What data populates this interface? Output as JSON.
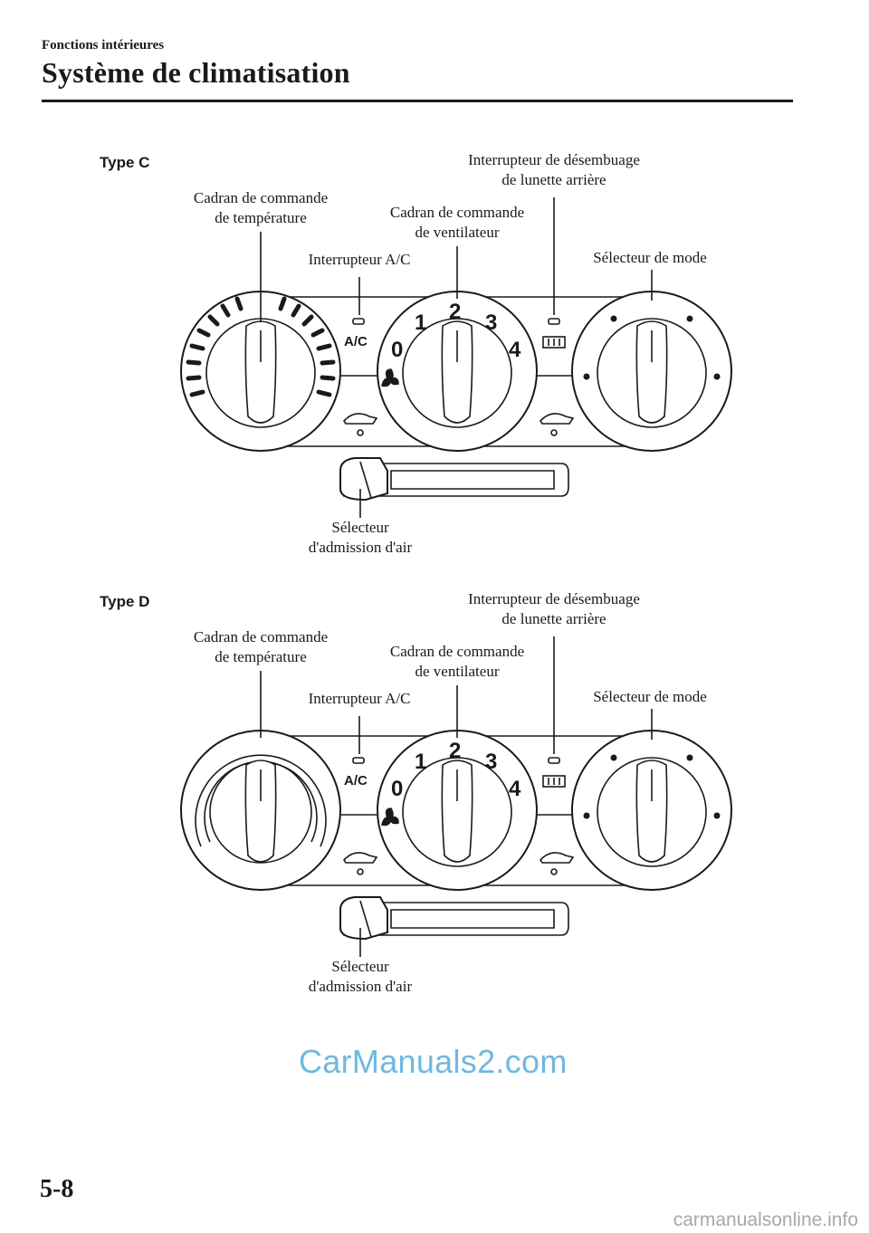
{
  "header": {
    "section": "Fonctions intérieures",
    "title": "Système de climatisation"
  },
  "figures": [
    {
      "type_label": "Type C",
      "labels": {
        "temp_dial": [
          "Cadran de commande",
          "de température"
        ],
        "ac_switch": "Interrupteur A/C",
        "fan_dial": [
          "Cadran de commande",
          "de ventilateur"
        ],
        "rear_defog": [
          "Interrupteur de désembuage",
          "de lunette arrière"
        ],
        "mode_selector": "Sélecteur de mode",
        "air_intake": [
          "Sélecteur",
          "d'admission d'air"
        ]
      }
    },
    {
      "type_label": "Type D",
      "labels": {
        "temp_dial": [
          "Cadran de commande",
          "de température"
        ],
        "ac_switch": "Interrupteur A/C",
        "fan_dial": [
          "Cadran de commande",
          "de ventilateur"
        ],
        "rear_defog": [
          "Interrupteur de désembuage",
          "de lunette arrière"
        ],
        "mode_selector": "Sélecteur de mode",
        "air_intake": [
          "Sélecteur",
          "d'admission d'air"
        ]
      }
    }
  ],
  "panel": {
    "ac_text": "A/C",
    "fan_speeds": [
      "0",
      "1",
      "2",
      "3",
      "4"
    ]
  },
  "footer": {
    "page_number": "5-8"
  },
  "watermarks": {
    "center": "CarManuals2.com",
    "bottom": "carmanualsonline.info"
  }
}
